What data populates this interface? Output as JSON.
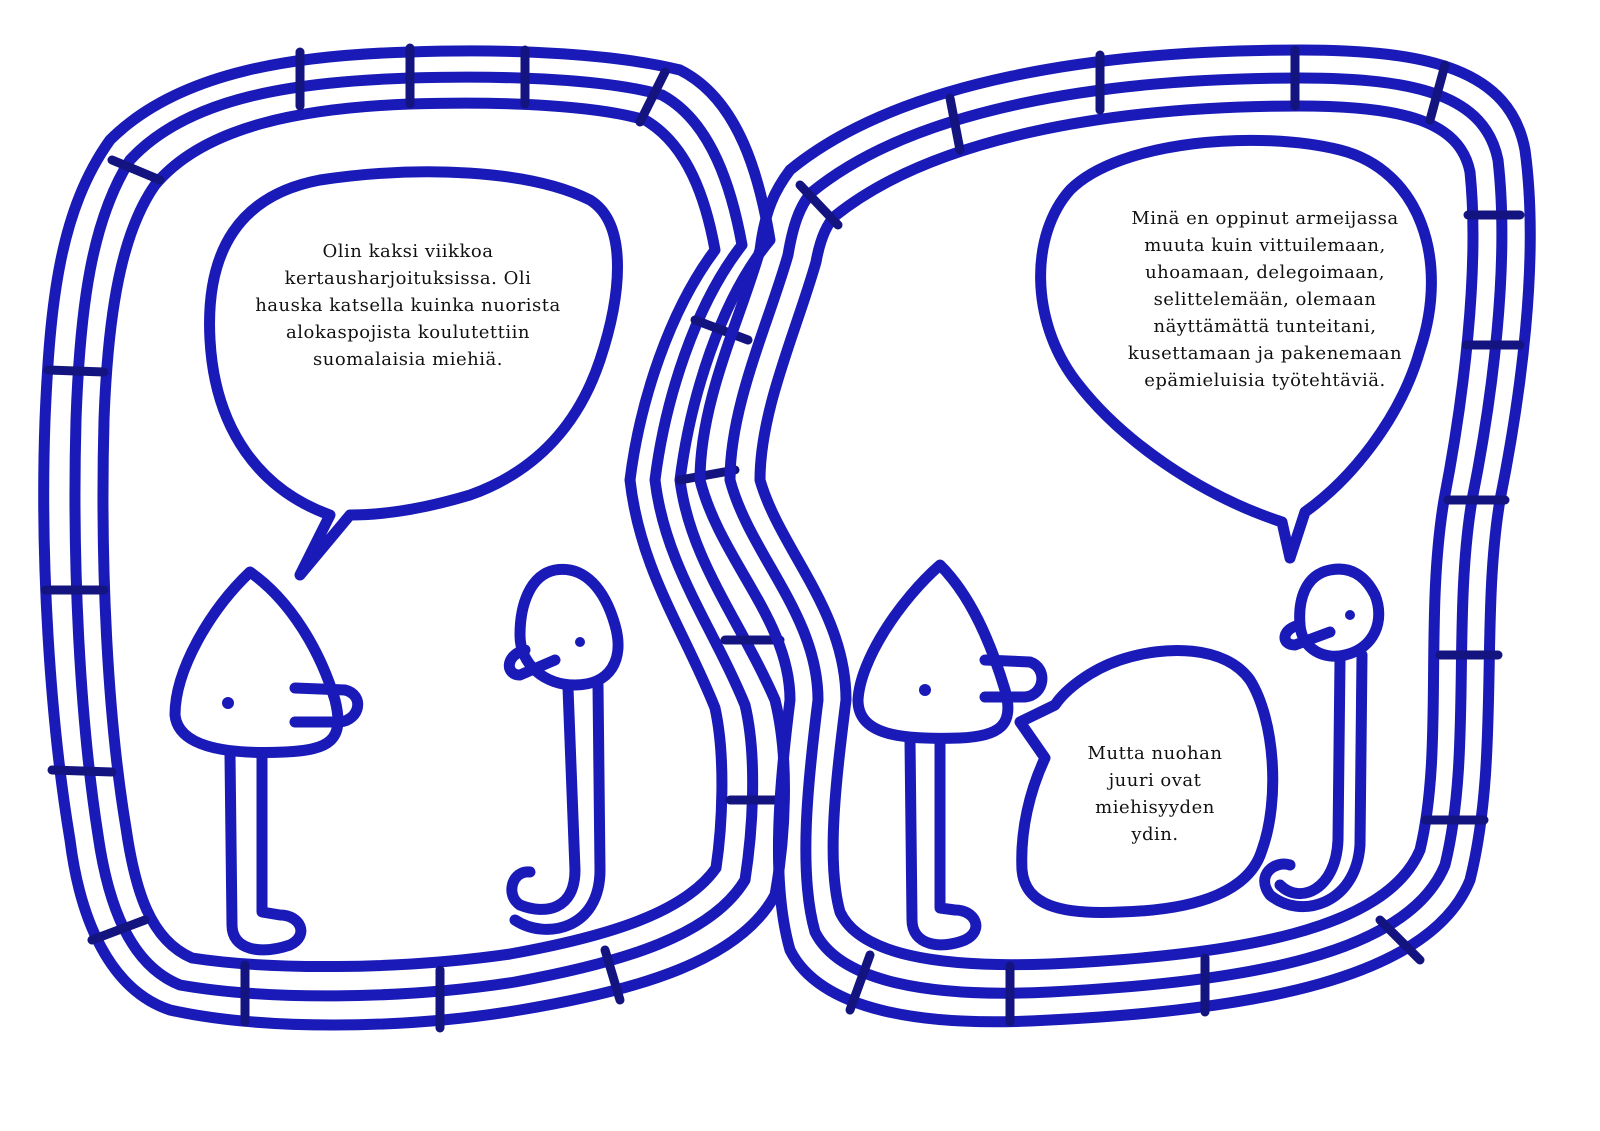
{
  "colors": {
    "ink": "#1a1ab8",
    "dark_ink": "#141480",
    "text": "#111111",
    "paper": "#ffffff"
  },
  "panel_left": {
    "speech": "Olin kaksi viikkoa\nkertausharjoituksissa. Oli\nhauska katsella kuinka nuorista\nalokaspojista koulutettiin\nsuomalaisia miehiä."
  },
  "panel_right": {
    "speech_top": "Minä en oppinut armeijassa\nmuuta kuin vittuilemaan,\nuhoamaan, delegoimaan,\nselittelemään, olemaan\nnäyttämättä tunteitani,\nkusettamaan ja pakenemaan\nepämieluisia työtehtäviä.",
    "speech_bottom": "Mutta nuohan\njuuri ovat\nmiehisyyden\nydin."
  }
}
